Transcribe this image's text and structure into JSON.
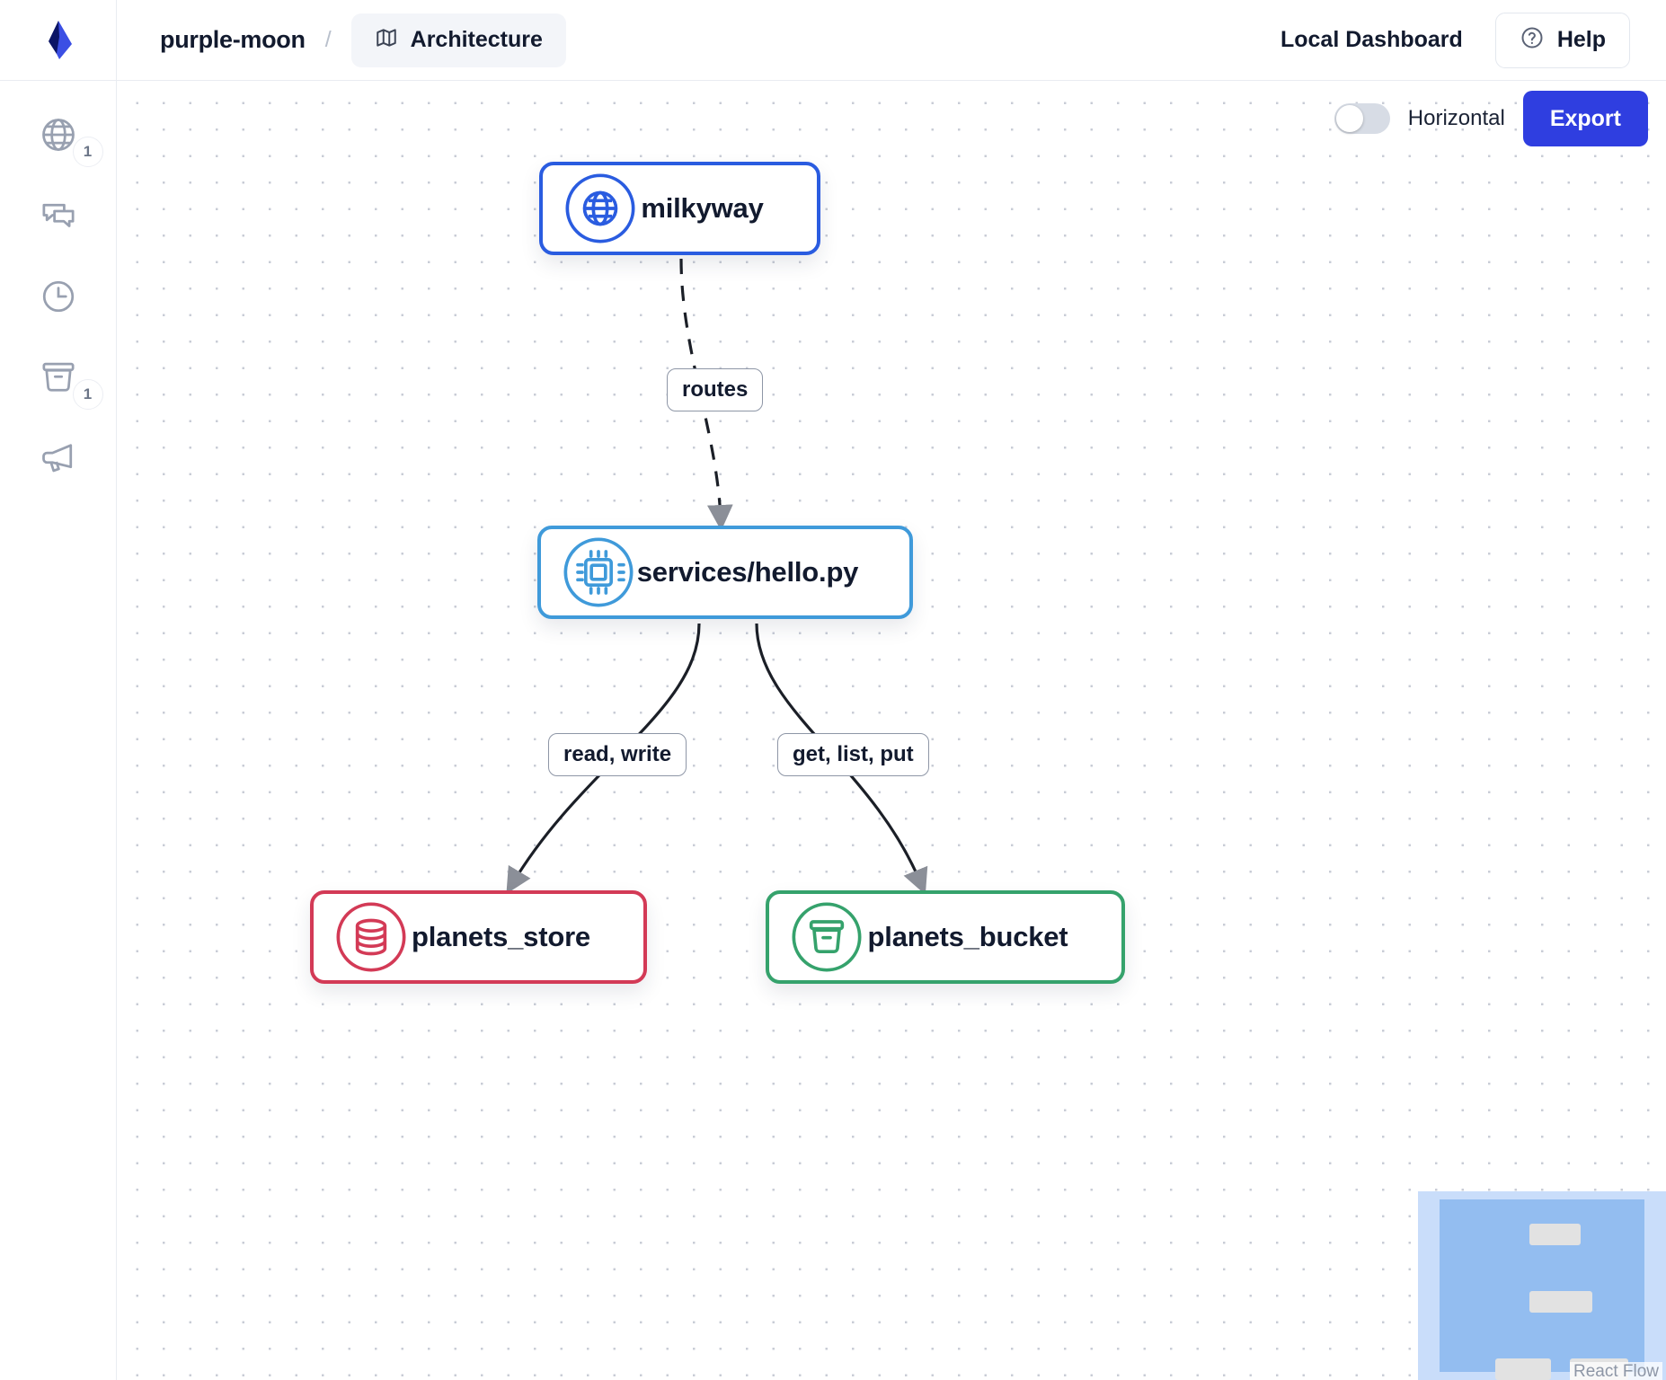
{
  "header": {
    "logo_icon": "prisma-logo-icon",
    "project_name": "purple-moon",
    "breadcrumb_separator": "/",
    "tab": {
      "icon": "map-icon",
      "label": "Architecture"
    },
    "local_dashboard_label": "Local Dashboard",
    "help": {
      "icon": "question-circle-icon",
      "label": "Help"
    }
  },
  "sidebar": {
    "items": [
      {
        "icon": "globe-icon",
        "name": "endpoints",
        "badge": "1"
      },
      {
        "icon": "chat-icon",
        "name": "messages",
        "badge": ""
      },
      {
        "icon": "clock-icon",
        "name": "schedules",
        "badge": ""
      },
      {
        "icon": "bucket-icon",
        "name": "buckets",
        "badge": "1"
      },
      {
        "icon": "megaphone-icon",
        "name": "topics",
        "badge": ""
      }
    ]
  },
  "canvas": {
    "layout_toggle": {
      "label": "Horizontal",
      "enabled": false
    },
    "export_label": "Export",
    "attribution": "React Flow"
  },
  "graph": {
    "nodes": [
      {
        "id": "milkyway",
        "label": "milkyway",
        "icon": "globe-icon",
        "color": "#2a5ce0"
      },
      {
        "id": "services/hello.py",
        "label": "services/hello.py",
        "icon": "chip-icon",
        "color": "#3f9ada"
      },
      {
        "id": "planets_store",
        "label": "planets_store",
        "icon": "database-icon",
        "color": "#d33a56"
      },
      {
        "id": "planets_bucket",
        "label": "planets_bucket",
        "icon": "bucket-icon",
        "color": "#35a26c"
      }
    ],
    "edges": [
      {
        "from": "milkyway",
        "to": "services/hello.py",
        "label": "routes",
        "style": "dashed"
      },
      {
        "from": "services/hello.py",
        "to": "planets_store",
        "label": "read, write",
        "style": "solid"
      },
      {
        "from": "services/hello.py",
        "to": "planets_bucket",
        "label": "get, list, put",
        "style": "solid"
      }
    ]
  },
  "minimap": {
    "node_count": 4
  }
}
